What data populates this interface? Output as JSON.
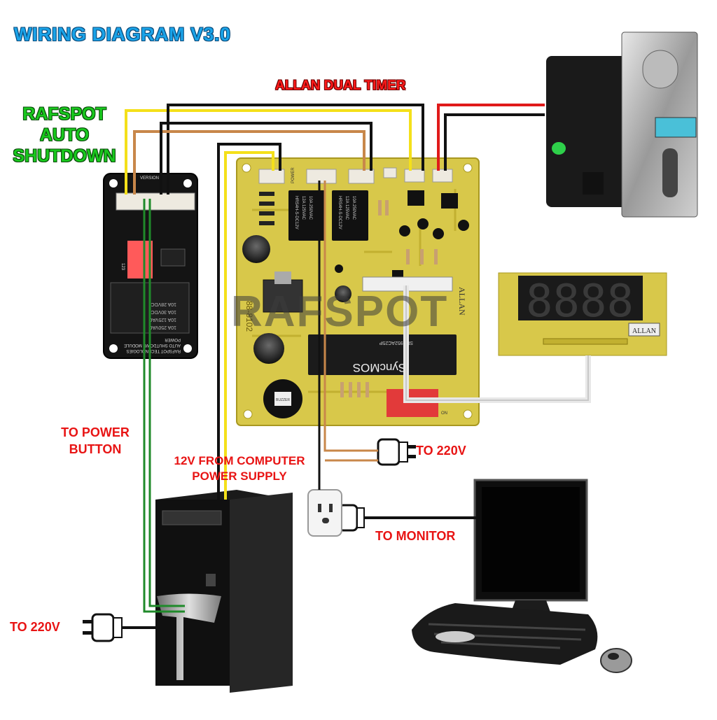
{
  "labels": {
    "title": "WIRING DIAGRAM V3.0",
    "auto_shutdown": [
      "RAFSPOT",
      "AUTO",
      "SHUTDOWN"
    ],
    "dual_timer": "ALLAN DUAL TIMER",
    "to_power_button": [
      "TO POWER",
      "BUTTON"
    ],
    "psu": [
      "12V FROM COMPUTER",
      "POWER SUPPLY"
    ],
    "to_220v_right": "TO 220V",
    "to_monitor": "TO MONITOR",
    "to_220v_left": "TO 220V",
    "watermark": "RAFSPOT"
  },
  "board_print": {
    "relay1": [
      "HRS4H-S-DC12V",
      "12A 125VAC",
      "10A 250VAC"
    ],
    "relay2": [
      "HRS4H-S-DC12V",
      "12A 125VAC",
      "10A 250VAC"
    ],
    "mcu": "SyncMOS",
    "mcu_part": "SM8952AC25P",
    "board_code": "88-8102",
    "brand": "ALLAN",
    "power_header": "POWER",
    "display_brand": "ALLAN",
    "display_digits": "8888",
    "module_text": [
      "RAFSPOT TECHNOLOGIES",
      "AUTO SHUTDOWN MODULE",
      "POWER",
      "VERSION 2"
    ],
    "module_relay": [
      "10A 250VAC",
      "10A 125VAC",
      "10A 30VDC",
      "10A 28VDC"
    ],
    "dip_label": "ON",
    "dip_digits": "123",
    "buzzer": "BUZZER"
  },
  "colors": {
    "title_blue": "#1aa3e8",
    "label_green": "#19c81e",
    "label_red": "#e81414",
    "wire_black": "#111111",
    "wire_yellow": "#f4e01a",
    "wire_brown": "#c8874a",
    "wire_red": "#e01a1a",
    "wire_green": "#1f8a2a",
    "wire_white": "#e8e8e8",
    "pcb_yellow": "#d8c84a"
  },
  "icons": [
    "plug-icon",
    "wall-socket-icon",
    "coin-acceptor-icon",
    "computer-tower-icon",
    "monitor-icon",
    "keyboard-icon",
    "mouse-icon"
  ]
}
